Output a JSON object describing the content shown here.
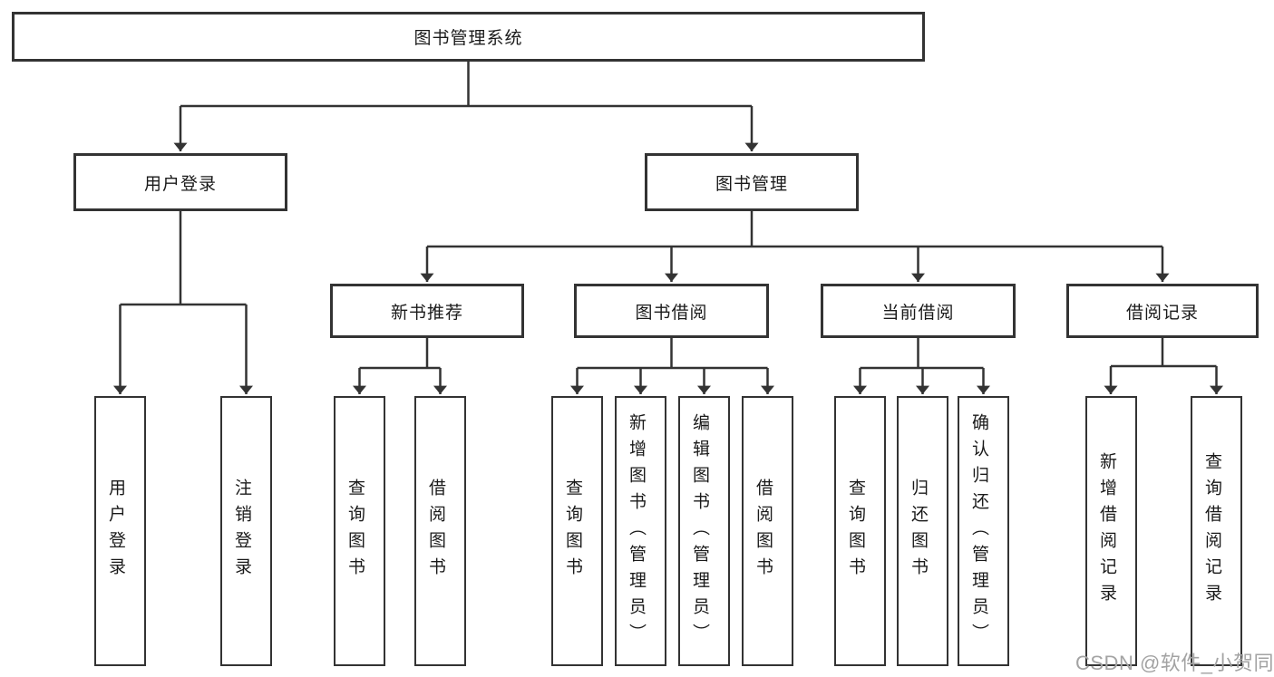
{
  "title": {
    "label": "图书管理系统"
  },
  "level2": {
    "user_login": {
      "label": "用户登录"
    },
    "book_mgmt": {
      "label": "图书管理"
    }
  },
  "level3": {
    "new_books": {
      "label": "新书推荐"
    },
    "book_borrow": {
      "label": "图书借阅"
    },
    "current_borrow": {
      "label": "当前借阅"
    },
    "borrow_records": {
      "label": "借阅记录"
    }
  },
  "leaves": {
    "user_login": {
      "label": "用户登录"
    },
    "logout": {
      "label": "注销登录"
    },
    "nb_query_books": {
      "label": "查询图书"
    },
    "nb_borrow_books": {
      "label": "借阅图书"
    },
    "bb_query_books": {
      "label": "查询图书"
    },
    "bb_add_books_admin": {
      "label": "新增图书（管理员）"
    },
    "bb_edit_books_admin": {
      "label": "编辑图书（管理员）"
    },
    "bb_borrow_books": {
      "label": "借阅图书"
    },
    "cb_query_books": {
      "label": "查询图书"
    },
    "cb_return_books": {
      "label": "归还图书"
    },
    "cb_confirm_return_admin": {
      "label": "确认归还（管理员）"
    },
    "rec_add_record": {
      "label": "新增借阅记录"
    },
    "rec_query_record": {
      "label": "查询借阅记录"
    }
  },
  "watermark": {
    "text": "CSDN @软件_小贺同学",
    "color": "#a3a3a3"
  },
  "colors": {
    "line": "#333333",
    "text": "#1a1a1a",
    "background": "#ffffff"
  }
}
